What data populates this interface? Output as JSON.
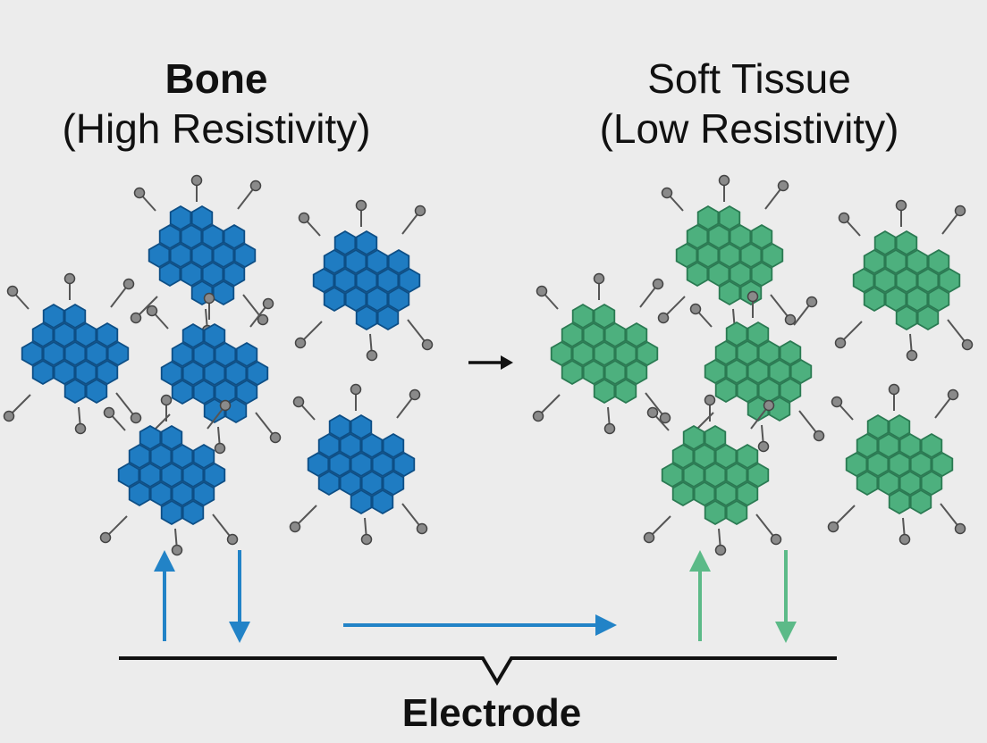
{
  "left_group": {
    "title": "Bone",
    "subtitle": "(High Resistivity)",
    "color": "#1f7cc2",
    "stroke": "#0d4e85",
    "icon": "blue-hexagon-crystal-cluster-icon"
  },
  "right_group": {
    "title": "Soft Tissue",
    "subtitle": "(Low Resistivity)",
    "color": "#4db07e",
    "stroke": "#2a7a52",
    "icon": "green-hexagon-crystal-cluster-icon"
  },
  "electrode": {
    "label": "Electrode",
    "line_color": "#111111"
  },
  "arrows": {
    "bone_color": "#2283c7",
    "tissue_color": "#5cba88",
    "transition_arrow": "right-arrow-icon"
  }
}
